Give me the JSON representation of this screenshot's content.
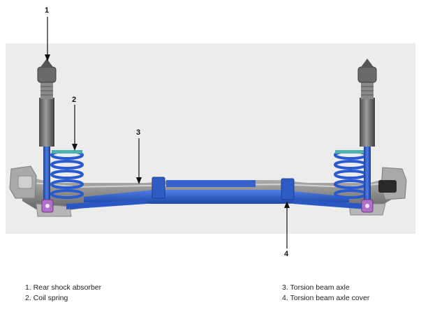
{
  "callouts": {
    "c1": "1",
    "c2": "2",
    "c3": "3",
    "c4": "4"
  },
  "legend": {
    "left": [
      "1. Rear shock absorber",
      "2. Coil spring"
    ],
    "right": [
      "3. Torsion beam axle",
      "4. Torsion beam axle cover"
    ]
  },
  "colors": {
    "panel": "#ebebeb",
    "spring_blue": "#2a58c8",
    "beam_gray": "#8e8e8e",
    "absorber_gray": "#6e6e6e",
    "bushing_purple": "#b070c8"
  }
}
